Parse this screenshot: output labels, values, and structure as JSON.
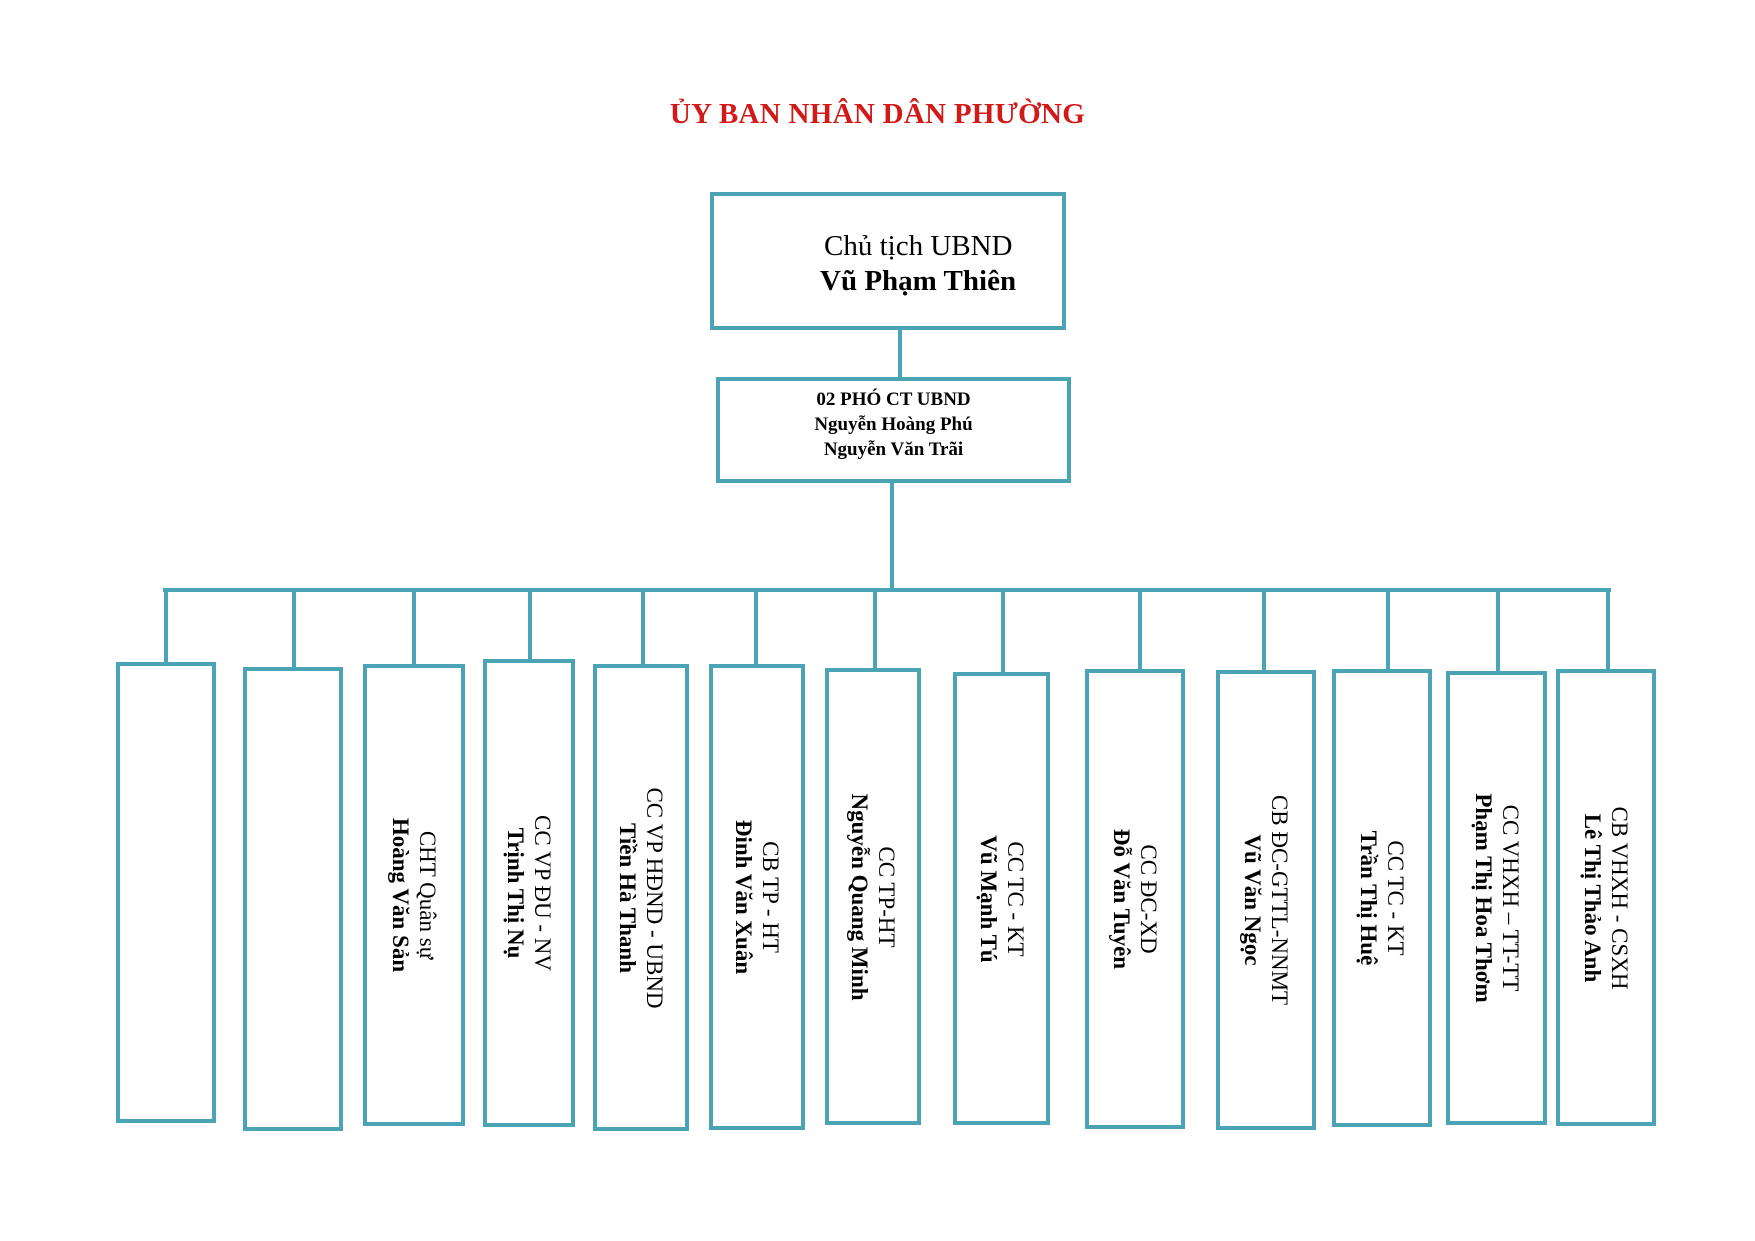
{
  "title": "ỦY BAN NHÂN DÂN PHƯỜNG",
  "chairman": {
    "role": "Chủ tịch UBND",
    "name": "Vũ Phạm Thiên"
  },
  "vice_chairmen": {
    "heading": "02 PHÓ CT UBND",
    "names": [
      "Nguyễn Hoàng Phú",
      "Nguyễn Văn Trãi"
    ]
  },
  "departments": [
    {
      "role": "",
      "name": ""
    },
    {
      "role": "",
      "name": ""
    },
    {
      "role": "CHT Quân sự",
      "name": "Hoàng Văn Sản"
    },
    {
      "role": "CC VP ĐU - NV",
      "name": "Trịnh Thị Nụ"
    },
    {
      "role": "CC VP HĐND - UBND",
      "name": "Tiền Hà Thanh"
    },
    {
      "role": "CB TP - HT",
      "name": "Đinh Văn Xuân"
    },
    {
      "role": "CC TP-HT",
      "name": "Nguyễn Quang Minh"
    },
    {
      "role": "CC TC - KT",
      "name": "Vũ Mạnh Tú"
    },
    {
      "role": "CC ĐC-XD",
      "name": "Đỗ Văn Tuyên"
    },
    {
      "role": "CB ĐC-GTTL-NNMT",
      "name": "Vũ Văn Ngọc"
    },
    {
      "role": "CC TC - KT",
      "name": "Trần Thị Huệ"
    },
    {
      "role": "CC VHXH – TT-TT",
      "name": "Phạm Thị Hoa Thơm"
    },
    {
      "role": "CB VHXH - CSXH",
      "name": "Lê Thị Thảo Anh"
    }
  ],
  "colors": {
    "title": "#d11a1a",
    "border": "#4ba3b6"
  }
}
